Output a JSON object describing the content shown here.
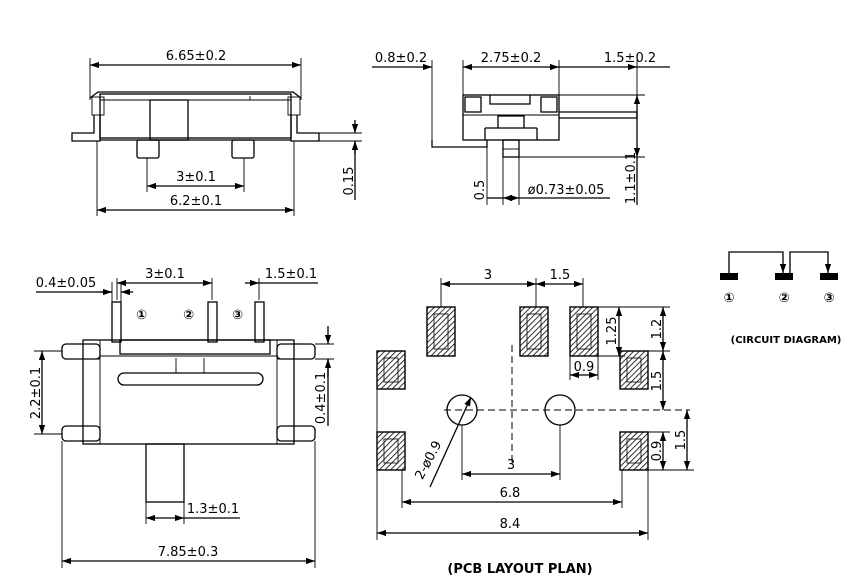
{
  "side_view": {
    "width_label": "6.65±0.2",
    "pin_pitch_label": "3±0.1",
    "base_label": "6.2±0.1",
    "thickness_label": "0.15"
  },
  "end_view": {
    "left_label": "0.8±0.2",
    "body_label": "2.75±0.2",
    "right_label": "1.5±0.2",
    "offset_label": "0.5",
    "shaft_label": "ø0.73±0.05",
    "height_label": "1.1±0.1"
  },
  "top_view": {
    "pin_width_label": "0.4±0.05",
    "pitch_label": "3±0.1",
    "pitch2_label": "1.5±0.1",
    "pin_numbers": [
      "①",
      "②",
      "③"
    ],
    "height_label": "2.2±0.1",
    "tab_label": "0.4±0.1",
    "actuator_label": "1.3±0.1",
    "width_label": "7.85±0.3"
  },
  "pcb_layout": {
    "pitch_top_label": "3",
    "pitch_top2_label": "1.5",
    "pad_h_label": "1.25",
    "pad_w_label": "0.9",
    "row_gap_label": "1.2",
    "row_gap2_label": "1.5",
    "lower_gap_label": "1.5",
    "pad_h2_label": "0.9",
    "hole_label": "2-ø0.9",
    "hole_pitch_label": "3",
    "span_label": "6.8",
    "total_label": "8.4",
    "caption": "(PCB LAYOUT PLAN)"
  },
  "circuit": {
    "pin_numbers": [
      "①",
      "②",
      "③"
    ],
    "caption": "(CIRCUIT DIAGRAM)"
  }
}
